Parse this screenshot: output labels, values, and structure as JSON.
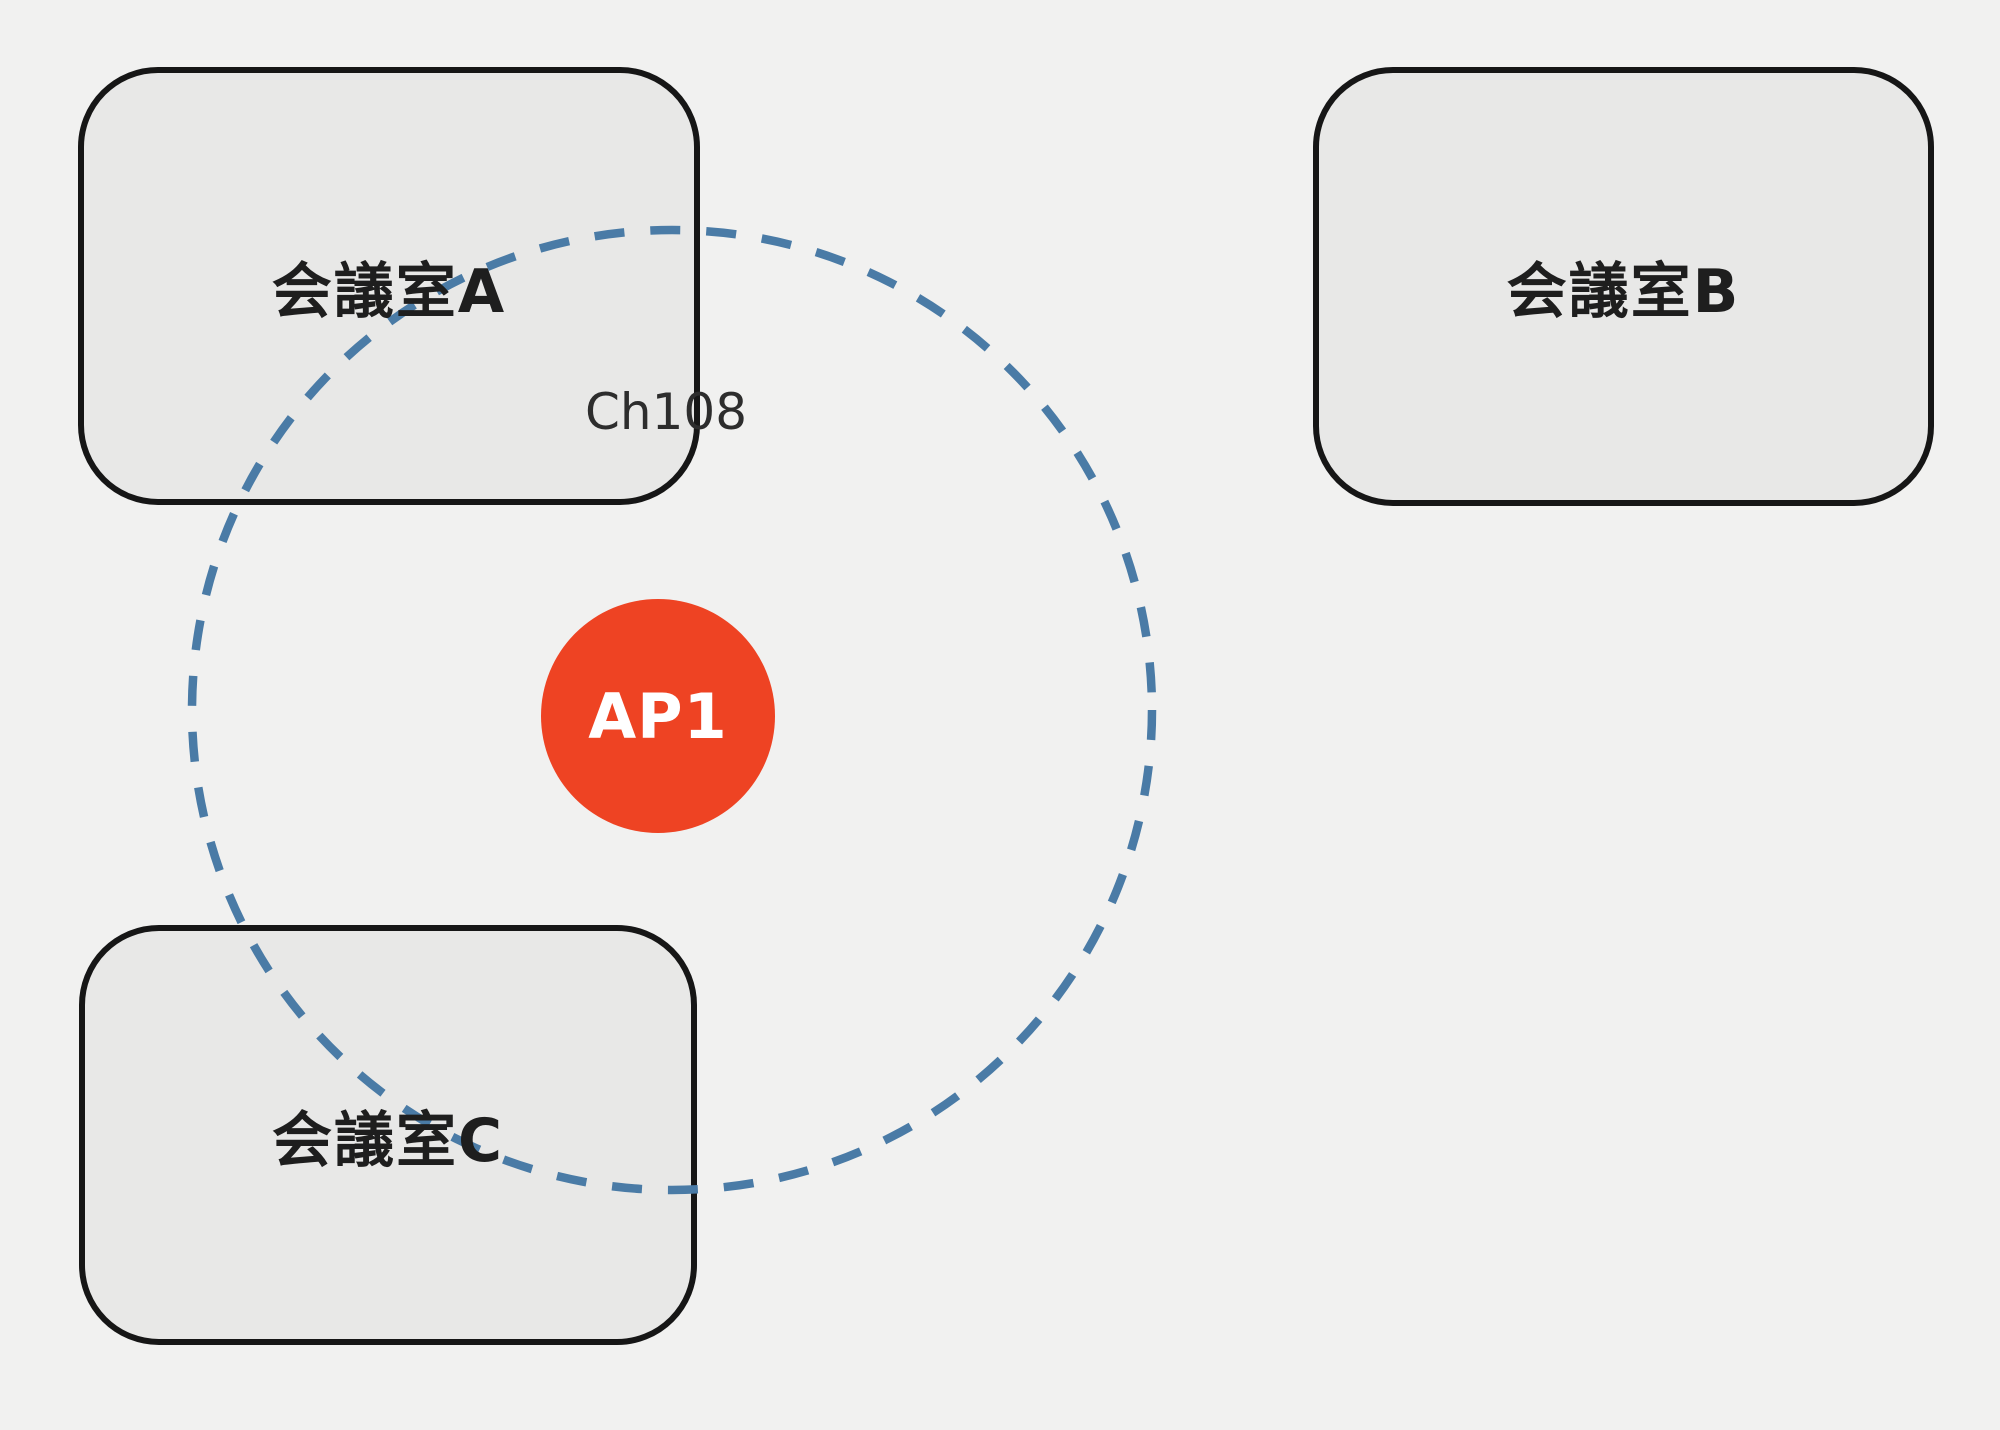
{
  "diagram": {
    "rooms": [
      {
        "id": "A",
        "label": "会議室A"
      },
      {
        "id": "B",
        "label": "会議室B"
      },
      {
        "id": "C",
        "label": "会議室C"
      }
    ],
    "access_point": {
      "label": "AP1",
      "channel_label": "Ch108"
    }
  },
  "colors": {
    "page_bg": "#f1f1f0",
    "room_fill": "#e8e8e7",
    "room_border": "#161616",
    "coverage_blue": "#4a7ba6",
    "ap_red": "#ee4323",
    "label_text": "#1e1e1e",
    "channel_text": "#2d2d2d"
  }
}
